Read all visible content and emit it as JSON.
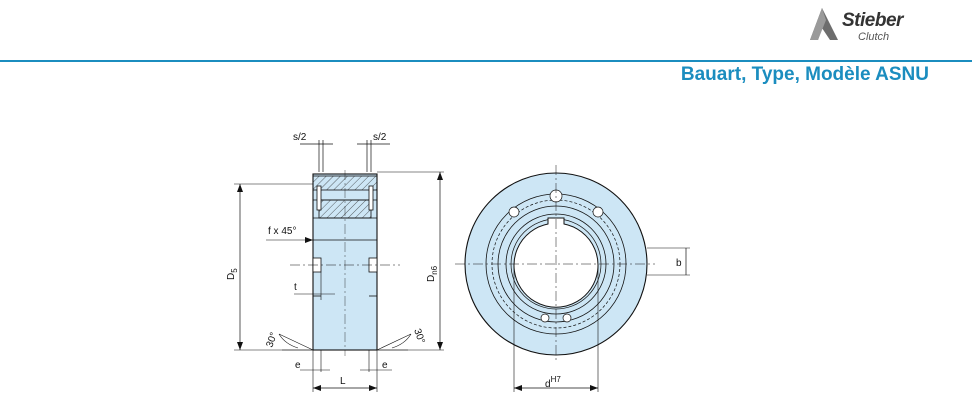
{
  "brand": {
    "name": "Stieber",
    "subtitle": "Clutch"
  },
  "title": "Bauart, Type, Modèle ASNU",
  "colors": {
    "accent": "#1b8dbf",
    "part_fill": "#cde6f5",
    "line": "#111111"
  },
  "labels": {
    "s_half_left": "s/2",
    "s_half_right": "s/2",
    "f_chamfer": "f x 45°",
    "t": "t",
    "d5": "D",
    "d5_sub": "5",
    "dn6": "D",
    "dn6_sub": "n6",
    "angle_left": "30°",
    "angle_right": "30°",
    "e_left": "e",
    "e_right": "e",
    "l": "L",
    "b": "b",
    "d": "d",
    "d_sup": "H7"
  }
}
